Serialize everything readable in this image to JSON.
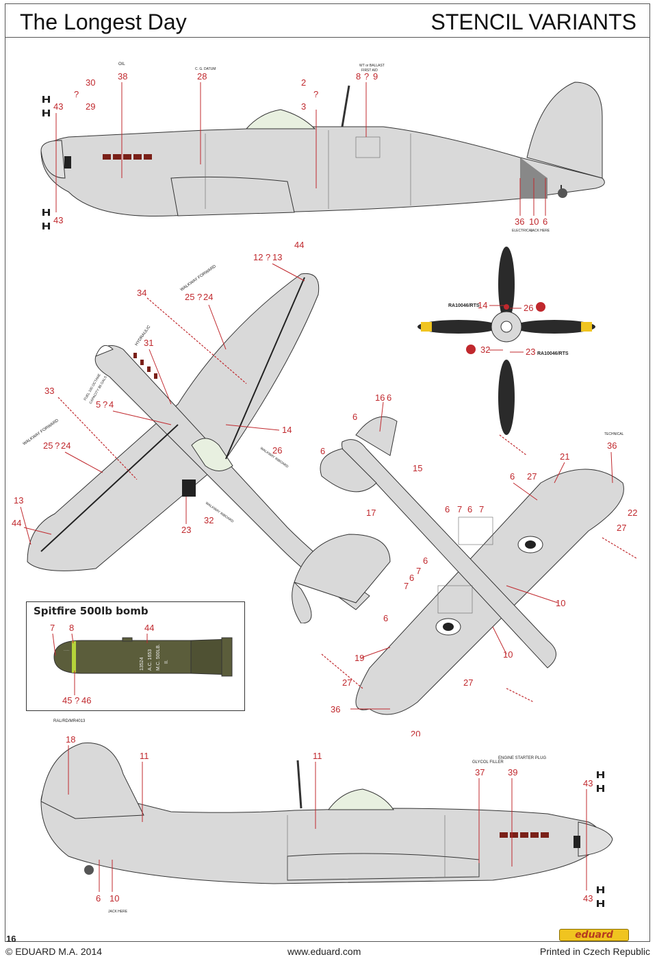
{
  "header": {
    "title_left": "The Longest Day",
    "title_right": "STENCIL VARIANTS"
  },
  "top_view": {
    "labels": {
      "oil": "OIL",
      "c_g_datum": "C. G. DATUM",
      "wt_ballast": "WT or BALLAST",
      "first_aid": "FIRST AID",
      "electrical": "ELECTRICAL",
      "jack_here": "JACK HERE"
    },
    "numbers": [
      "43",
      "30",
      "?",
      "29",
      "38",
      "28",
      "2",
      "?",
      "3",
      "8",
      "?",
      "9",
      "43",
      "36",
      "10",
      "6"
    ]
  },
  "middle_view": {
    "labels": {
      "walkway_forward_1": "WALKWAY FORWARD",
      "walkway_forward_2": "WALKWAY FORWARD",
      "hydraulic": "HYDRAULIC",
      "fuel_100_octane": "FUEL 100 OCTANE",
      "capacity": "CAPACITY 85 GALS",
      "walkway_inboard_1": "WALKWAY INBOARD",
      "walkway_inboard_2": "WALKWAY INBOARD",
      "prop_code_1": "RA10046/RTS",
      "prop_code_2": "RA10046/RTS",
      "technical": "TECHNICAL"
    },
    "numbers": [
      "44",
      "12",
      "?",
      "13",
      "34",
      "25",
      "?",
      "24",
      "31",
      "33",
      "5",
      "?",
      "4",
      "25",
      "?",
      "24",
      "13",
      "44",
      "14",
      "26",
      "14",
      "26",
      "32",
      "23",
      "23",
      "32",
      "16",
      "6",
      "6",
      "6",
      "15",
      "17",
      "36",
      "21",
      "6",
      "27",
      "6",
      "7",
      "6",
      "7",
      "22",
      "27",
      "6",
      "7",
      "6",
      "7",
      "10",
      "6",
      "19",
      "10",
      "27",
      "27",
      "36",
      "20"
    ]
  },
  "bomb": {
    "title": "Spitfire 500lb bomb",
    "markings": [
      "13524",
      "A.C. 1653",
      "M.C. 500LB.",
      "II."
    ],
    "numbers": [
      "7",
      "8",
      "44",
      "45",
      "?",
      "46"
    ]
  },
  "bottom_view": {
    "labels": {
      "serial_label": "RAL/RD/MR4013",
      "glycol_filler": "GLYCOL FILLER",
      "engine_starter_plug": "ENGINE STARTER PLUG",
      "jack_here": "JACK HERE"
    },
    "numbers": [
      "18",
      "11",
      "11",
      "37",
      "39",
      "43",
      "6",
      "10",
      "43"
    ]
  },
  "footer": {
    "page_number": "16",
    "copyright": "© EDUARD M.A. 2014",
    "website": "www.eduard.com",
    "printed": "Printed in Czech Republic",
    "logo_text": "eduard"
  },
  "colors": {
    "callout_red": "#c0282d",
    "aircraft_grey": "#d9d9d9",
    "bomb_olive": "#5b5d3b",
    "prop_yellow": "#f0c420"
  }
}
